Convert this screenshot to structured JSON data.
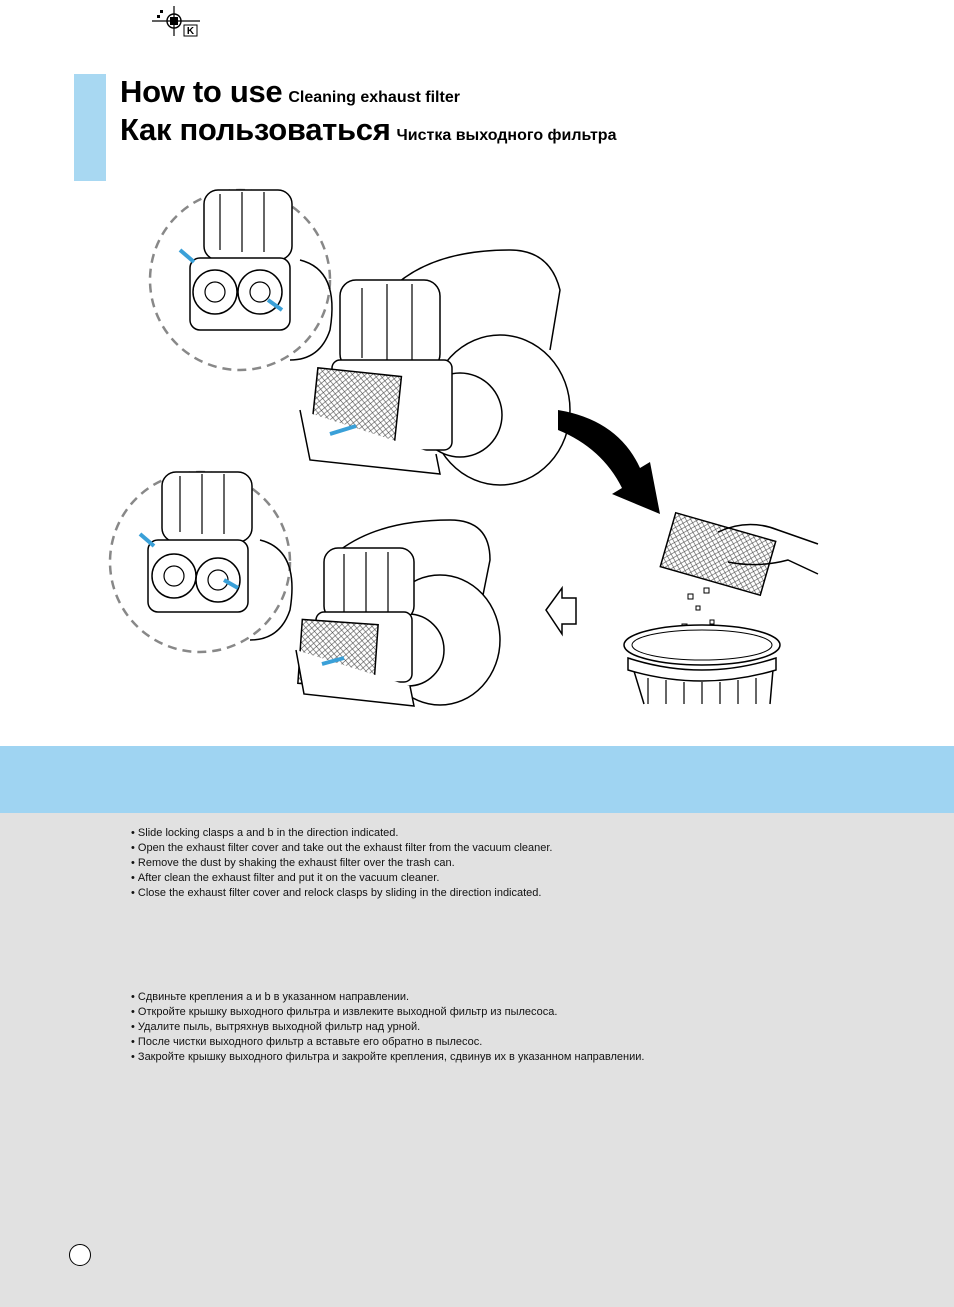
{
  "header": {
    "reg_mark_letter": "K",
    "title_en_main": "How to use",
    "title_en_sub": "Cleaning exhaust filter",
    "title_ru_main": "Как пользоваться",
    "title_ru_sub": "Чистка выходного фильтра"
  },
  "instructions_en": [
    "Slide locking clasps a and b in the direction indicated.",
    "Open the exhaust filter cover and take out the exhaust filter from the vacuum cleaner.",
    "Remove the dust by shaking the exhaust filter over the trash can.",
    "After clean the exhaust filter and put it on the vacuum cleaner.",
    "Close the exhaust filter cover and relock clasps by sliding in the direction indicated."
  ],
  "instructions_ru": [
    "Сдвиньте крепления a и b в указанном направлении.",
    "Откройте крышку выходного фильтра и извлеките выходной фильтр из пылесоса.",
    "Удалите пыль, вытряхнув выходной фильтр над урной.",
    "После чистки выходного фильтр а вставьте его обратно в пылесос.",
    "Закройте крышку выходного фильтра и закройте крепления, сдвинув их в указанном направлении."
  ],
  "colors": {
    "accent": "#a8d8f2",
    "band": "#9fd4f2",
    "panel": "#e1e1e1",
    "arrow": "#3aa0d8"
  },
  "icons": [
    "registration-mark-icon",
    "curved-arrow-icon",
    "hollow-left-arrow-icon"
  ]
}
